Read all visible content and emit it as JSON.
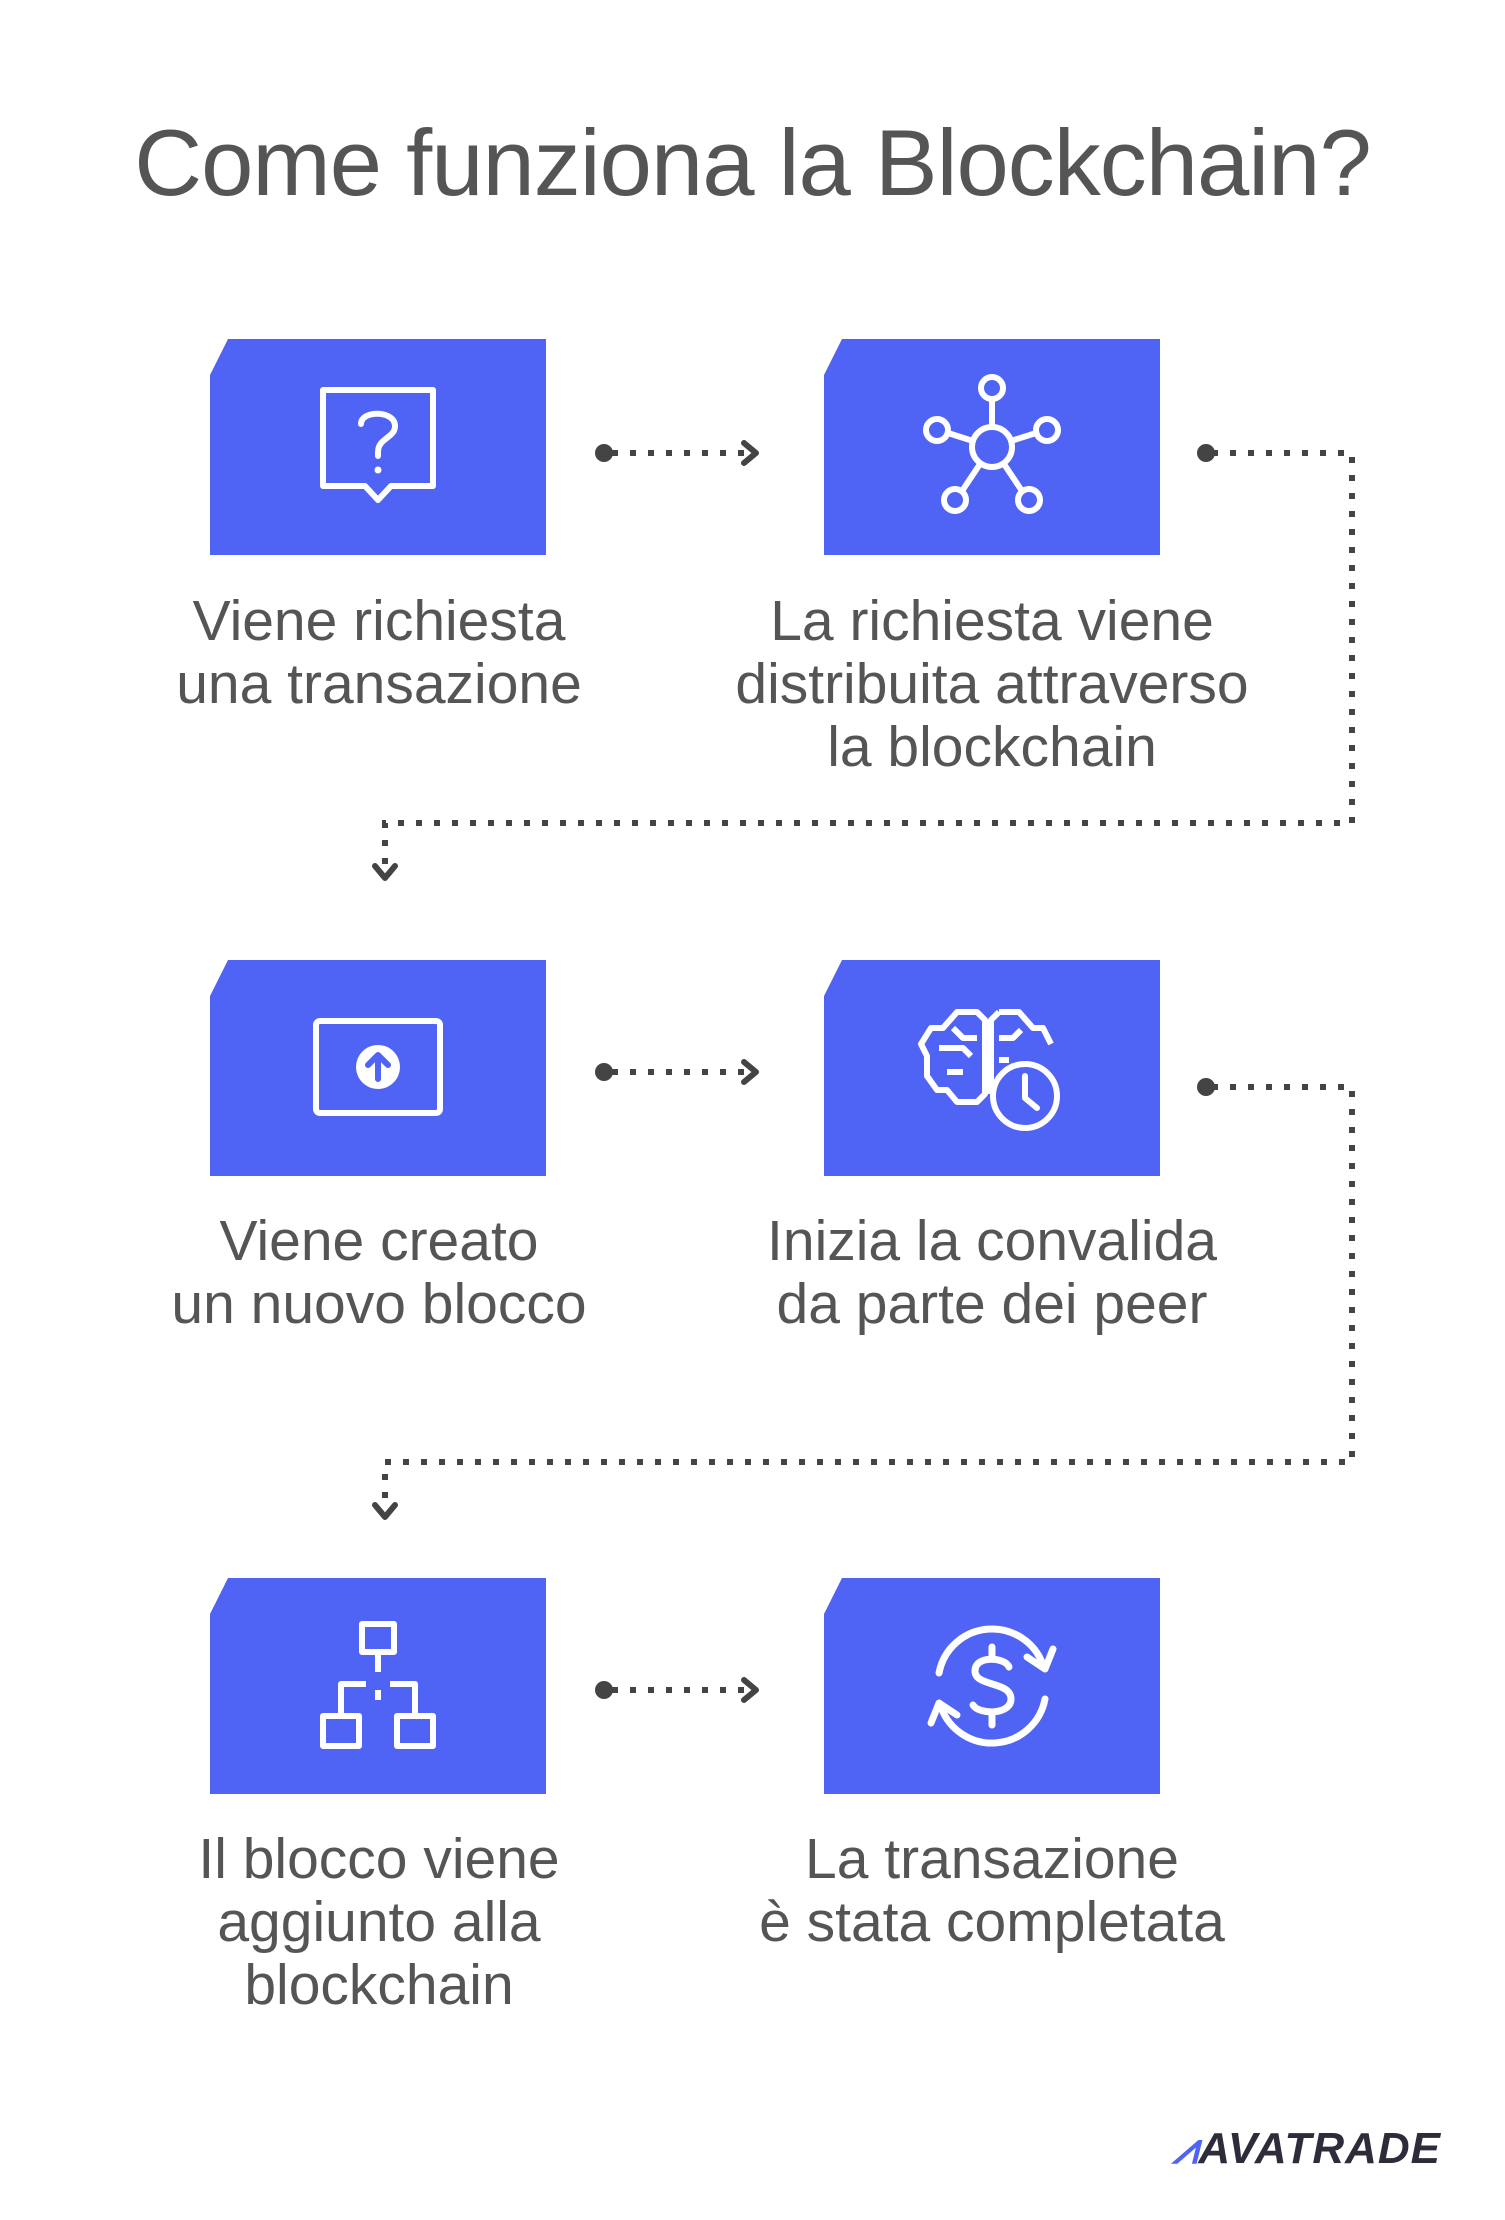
{
  "title": "Come funziona la Blockchain?",
  "accent_color": "#4f63f5",
  "steps": [
    {
      "icon": "question-bubble-icon",
      "lines": [
        "Viene richiesta",
        "una transazione"
      ]
    },
    {
      "icon": "network-hub-icon",
      "lines": [
        "La richiesta viene",
        "distribuita attraverso",
        "la blockchain"
      ]
    },
    {
      "icon": "monitor-upload-icon",
      "lines": [
        "Viene creato",
        "un nuovo blocco"
      ]
    },
    {
      "icon": "brain-clock-icon",
      "lines": [
        "Inizia la convalida",
        "da parte dei peer"
      ]
    },
    {
      "icon": "hierarchy-icon",
      "lines": [
        "Il blocco viene",
        "aggiunto alla",
        "blockchain"
      ]
    },
    {
      "icon": "dollar-sync-icon",
      "lines": [
        "La transazione",
        "è stata completata"
      ]
    }
  ],
  "brand": {
    "name": "AVATRADE"
  }
}
